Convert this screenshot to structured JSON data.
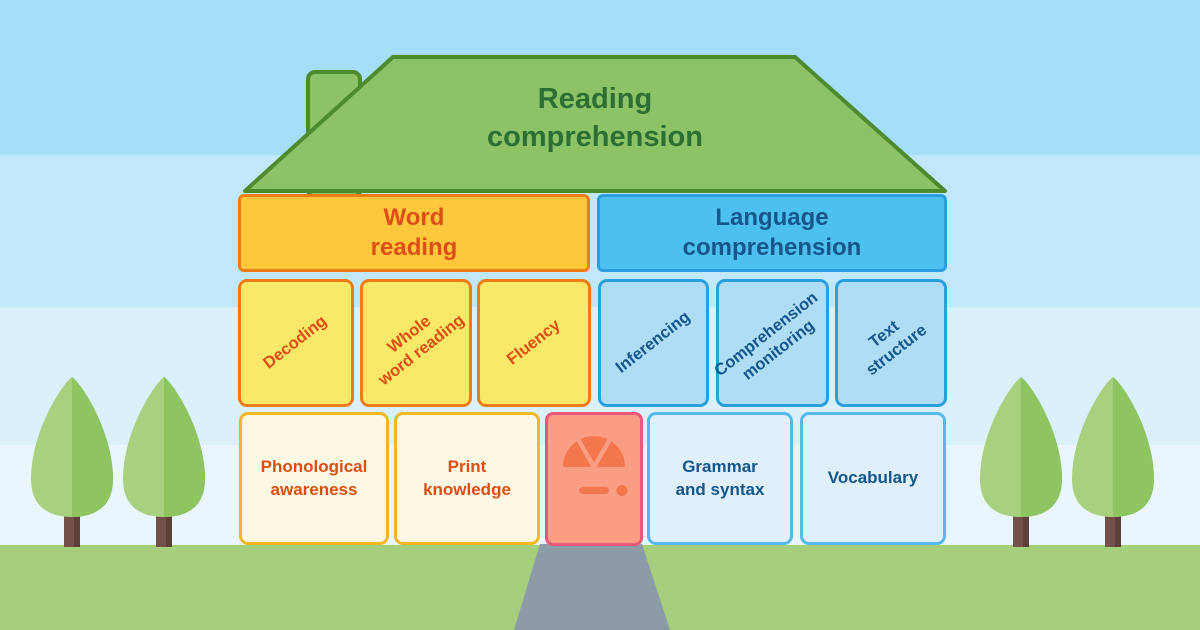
{
  "roof": {
    "label": "Reading\ncomprehension"
  },
  "word_reading": {
    "label": "Word\nreading",
    "tiles": [
      {
        "label": "Decoding"
      },
      {
        "label": "Whole\nword reading"
      },
      {
        "label": "Fluency"
      }
    ],
    "foundations": [
      {
        "label": "Phonological\nawareness"
      },
      {
        "label": "Print\nknowledge"
      }
    ]
  },
  "language_comprehension": {
    "label": "Language\ncomprehension",
    "tiles": [
      {
        "label": "Inferencing"
      },
      {
        "label": "Comprehension\nmonitoring"
      },
      {
        "label": "Text\nstructure"
      }
    ],
    "foundations": [
      {
        "label": "Grammar\nand syntax"
      },
      {
        "label": "Vocabulary"
      }
    ]
  },
  "icons": {
    "door_fanlight": "fanlight-window",
    "door_letterbox": "letterbox-slot",
    "door_knob": "door-knob"
  },
  "colors": {
    "sky_band_1": "#A4DEF7",
    "sky_band_2": "#C0E8F9",
    "sky_band_3": "#DAF0FB",
    "sky_band_4": "#EAF6FD",
    "ground": "#A5CE7D",
    "path": "#8C9BA7",
    "roof_fill": "#8CC366",
    "roof_stroke": "#4D8B2E",
    "roof_text": "#2D6E33",
    "yellow_header_fill": "#FFC83C",
    "yellow_border": "#EF7D17",
    "yellow_tile_fill": "#FAE969",
    "yellow_text": "#DC4E15",
    "cream_fill": "#FDF8E3",
    "cream_border": "#F2B722",
    "blue_header_fill": "#4DC0F0",
    "blue_border": "#29A0DD",
    "blue_tile_fill": "#AFDDF5",
    "blue_text": "#15568D",
    "lightblue_fill": "#DFF0FB",
    "lightblue_border": "#55BAEB",
    "door_fill": "#FA9D83",
    "door_border": "#EB5779",
    "door_detail": "#F3764D",
    "tree_light": "#A7D17E",
    "tree_dark": "#8FC561",
    "trunk": "#74504A",
    "trunk_dark": "#5D3F39"
  }
}
